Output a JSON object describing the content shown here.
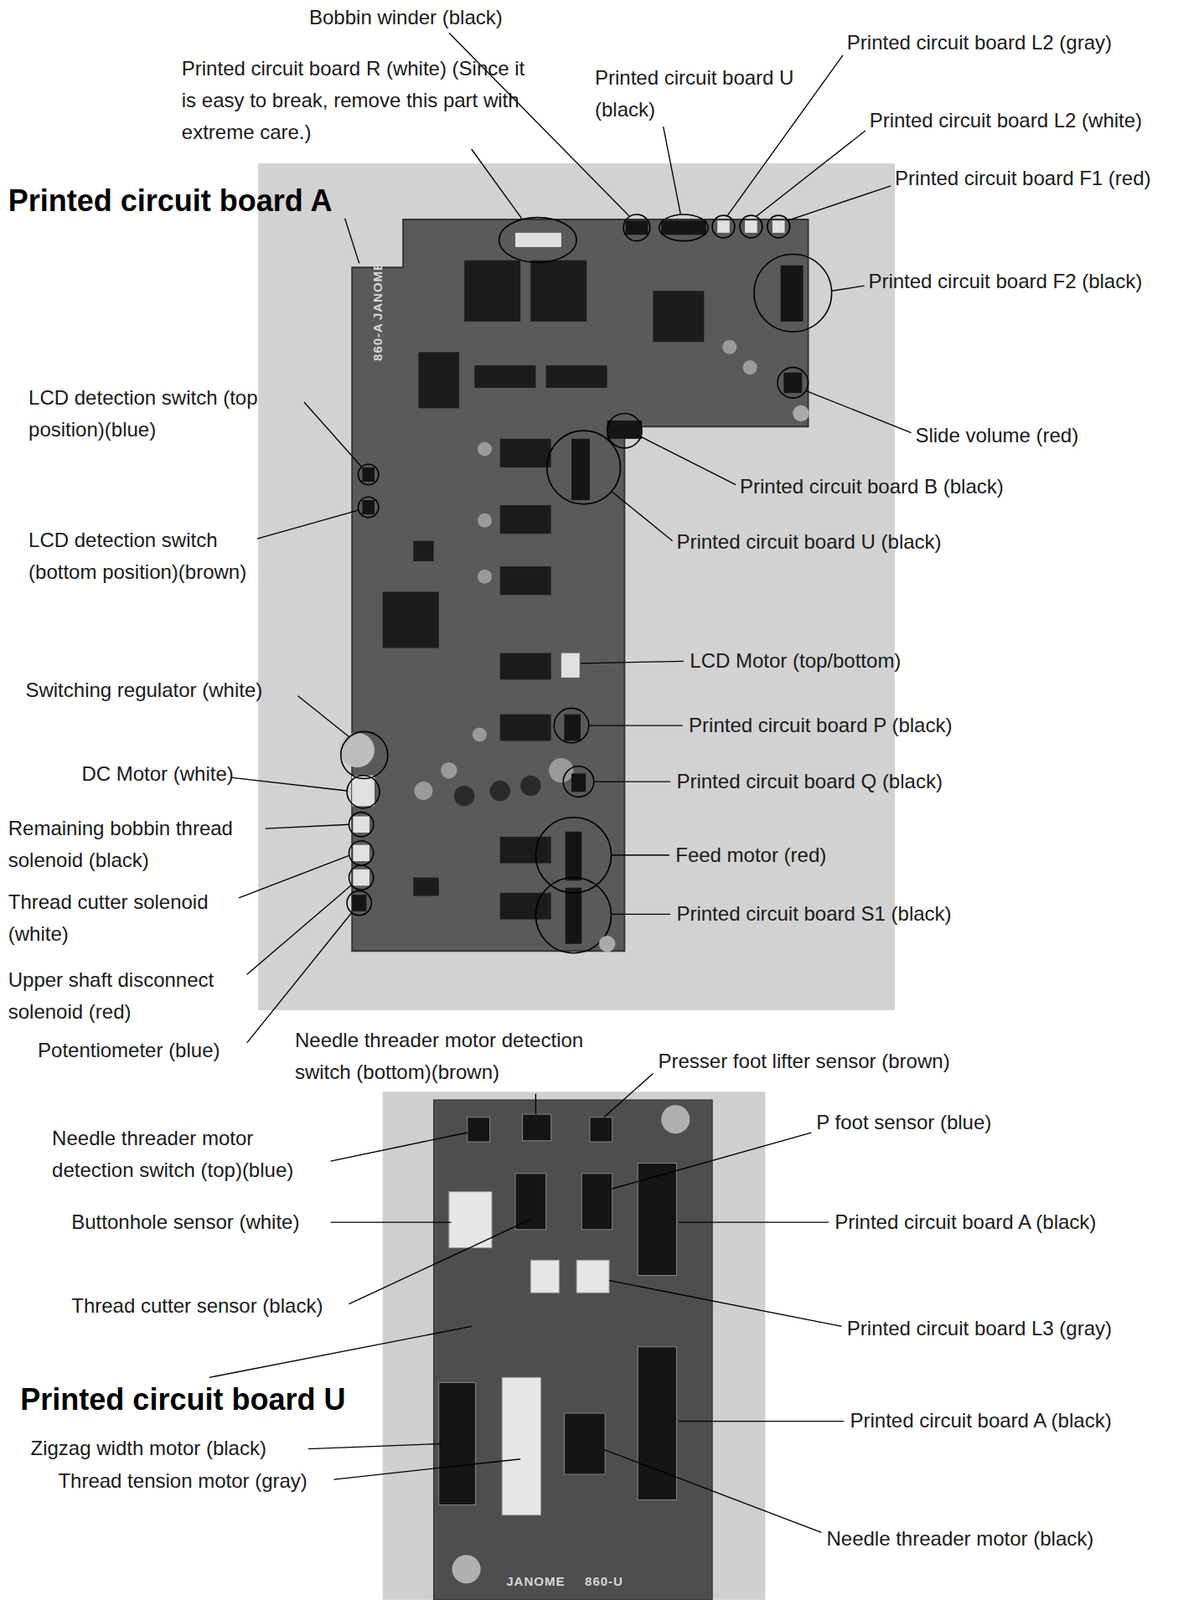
{
  "diagram": {
    "labels": [
      "Bobbin winder (black)",
      "Printed circuit board R (white) (Since it is easy to break, remove this part with extreme care.)",
      "Printed circuit board U (black)",
      "Printed circuit board L2 (gray)",
      "Printed circuit board L2 (white)",
      "Printed circuit board F1 (red)",
      "Printed circuit board A",
      "Printed circuit board F2 (black)",
      "LCD detection switch (top position)(blue)",
      "Slide volume (red)",
      "Printed circuit board B (black)",
      "Printed circuit board U (black)",
      "LCD detection switch (bottom position)(brown)",
      "LCD Motor (top/bottom)",
      "Switching regulator (white)",
      "Printed circuit board P (black)",
      "DC Motor (white)",
      "Printed circuit board Q (black)",
      "Remaining bobbin thread solenoid (black)",
      "Feed motor (red)",
      "Thread cutter solenoid (white)",
      "Printed circuit board S1 (black)",
      "Upper shaft disconnect solenoid (red)",
      "Potentiometer (blue)",
      "Needle threader motor detection switch (bottom)(brown)",
      "Presser foot lifter sensor (brown)",
      "P foot sensor (blue)",
      "Needle threader motor detection switch (top)(blue)",
      "Buttonhole sensor (white)",
      "Printed circuit board A (black)",
      "Thread cutter sensor (black)",
      "Printed circuit board U",
      "Printed circuit board L3 (gray)",
      "Printed circuit board A (black)",
      "Zigzag width motor (black)",
      "Thread tension motor (gray)",
      "Needle threader motor (black)",
      "JANOME",
      "860-A",
      "JANOME",
      "860-U"
    ]
  }
}
